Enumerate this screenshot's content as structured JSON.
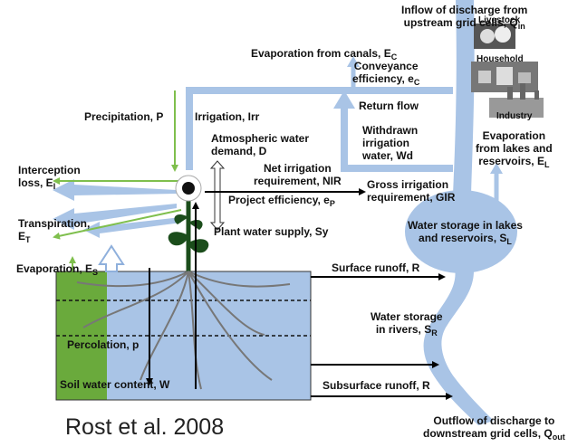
{
  "citation": "Rost et al. 2008",
  "labels": {
    "inflow_l1": "Inflow of discharge from",
    "inflow_l2": "upstream grid cells, Q",
    "inflow_sub": "in",
    "livestock": "Livestock",
    "household": "Household",
    "industry": "Industry",
    "evap_canals": "Evaporation from canals, E",
    "evap_canals_sub": "C",
    "conveyance_l1": "Conveyance",
    "conveyance_l2": "efficiency, e",
    "conveyance_sub": "C",
    "return_flow": "Return flow",
    "precip": "Precipitation, P",
    "irrigation": "Irrigation, Irr",
    "atm_l1": "Atmospheric water",
    "atm_l2": "demand, D",
    "withdrawn_l1": "Withdrawn",
    "withdrawn_l2": "irrigation",
    "withdrawn_l3": "water, Wd",
    "evap_lakes_l1": "Evaporation",
    "evap_lakes_l2": "from lakes and",
    "evap_lakes_l3": "reservoirs, E",
    "evap_lakes_sub": "L",
    "interception_l1": "Interception",
    "interception_l2": "loss, E",
    "interception_sub": "I",
    "net_irr_l1": "Net irrigation",
    "net_irr_l2": "requirement, NIR",
    "gross_irr_l1": "Gross irrigation",
    "gross_irr_l2": "requirement, GIR",
    "project_eff": "Project efficiency, e",
    "project_eff_sub": "P",
    "transpiration_l1": "Transpiration,",
    "transpiration_l2": "E",
    "transpiration_sub": "T",
    "plant_supply": "Plant water supply, Sy",
    "storage_lakes_l1": "Water storage in lakes",
    "storage_lakes_l2": "and reservoirs, S",
    "storage_lakes_sub": "L",
    "evaporation_soil": "Evaporation, E",
    "evaporation_soil_sub": "S",
    "surface_runoff": "Surface runoff, R",
    "storage_rivers_l1": "Water storage",
    "storage_rivers_l2": "in rivers, S",
    "storage_rivers_sub": "R",
    "percolation": "Percolation, p",
    "subsurface_runoff": "Subsurface runoff, R",
    "soil_water": "Soil water content, W",
    "outflow_l1": "Outflow of discharge to",
    "outflow_l2": "downstream grid cells, Q",
    "outflow_sub": "out"
  },
  "colors": {
    "water": "#a9c4e6",
    "water_dark": "#8fb0dc",
    "soil_green": "#6aaa3c",
    "precip_green": "#7fbf4d",
    "stem": "#1b4d1b"
  }
}
